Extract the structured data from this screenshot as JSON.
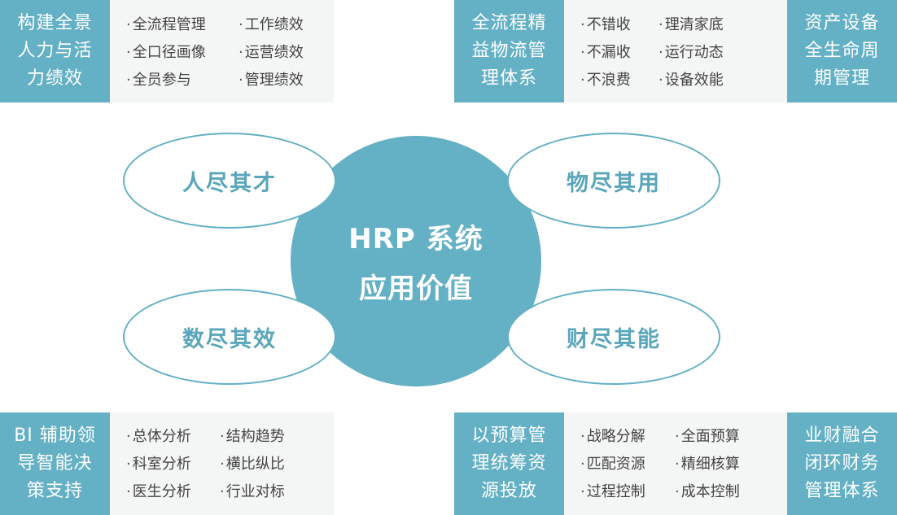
{
  "center": {
    "line1": "HRP 系统",
    "line2": "应用价值"
  },
  "ellipses": {
    "top_left": "人尽其才",
    "top_right": "物尽其用",
    "bottom_left": "数尽其效",
    "bottom_right": "财尽其能"
  },
  "panels": {
    "top_left": {
      "title": "构建全景\n人力与活\n力绩效",
      "col1": [
        "全流程管理",
        "全口径画像",
        "全员参与"
      ],
      "col2": [
        "工作绩效",
        "运营绩效",
        "管理绩效"
      ]
    },
    "top_right": {
      "title_left": "全流程精\n益物流管\n理体系",
      "col1": [
        "不错收",
        "不漏收",
        "不浪费"
      ],
      "col2": [
        "理清家底",
        "运行动态",
        "设备效能"
      ],
      "title_right": "资产设备\n全生命周\n期管理"
    },
    "bottom_left": {
      "title": "BI 辅助领\n导智能决\n策支持",
      "col1": [
        "总体分析",
        "科室分析",
        "医生分析"
      ],
      "col2": [
        "结构趋势",
        "横比纵比",
        "行业对标"
      ]
    },
    "bottom_right": {
      "title_left": "以预算管\n理统筹资\n源投放",
      "col1": [
        "战略分解",
        "匹配资源",
        "过程控制"
      ],
      "col2": [
        "全面预算",
        "精细核算",
        "成本控制"
      ],
      "title_right": "业财融合\n闭环财务\n管理体系"
    }
  },
  "colors": {
    "teal": "#64b0c4",
    "panel_grey": "#f4f5f5",
    "text_grey": "#444444"
  }
}
